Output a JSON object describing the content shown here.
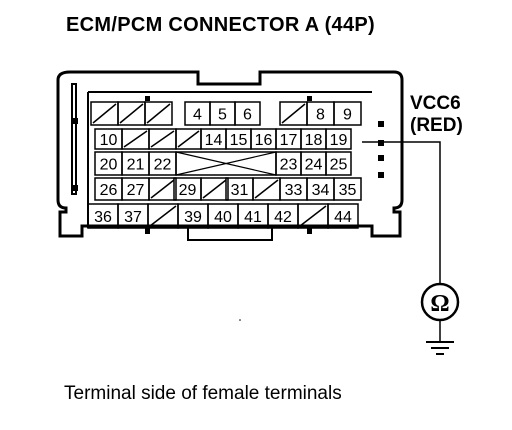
{
  "title": "ECM/PCM CONNECTOR A (44P)",
  "caption": "Terminal side of female terminals",
  "probe": {
    "name": "VCC6",
    "wire_color": "(RED)",
    "meter_symbol": "Ω"
  },
  "rows": [
    [
      "/",
      "/",
      "/",
      "4",
      "5",
      "6",
      "/",
      "8",
      "9"
    ],
    [
      "10",
      "/",
      "/",
      "/",
      "14",
      "15",
      "16",
      "17",
      "18",
      "19"
    ],
    [
      "20",
      "21",
      "22",
      "23",
      "24",
      "25"
    ],
    [
      "26",
      "27",
      "/",
      "29",
      "/",
      "31",
      "/",
      "33",
      "34",
      "35"
    ],
    [
      "36",
      "37",
      "/",
      "39",
      "40",
      "41",
      "42",
      "/",
      "44"
    ]
  ]
}
